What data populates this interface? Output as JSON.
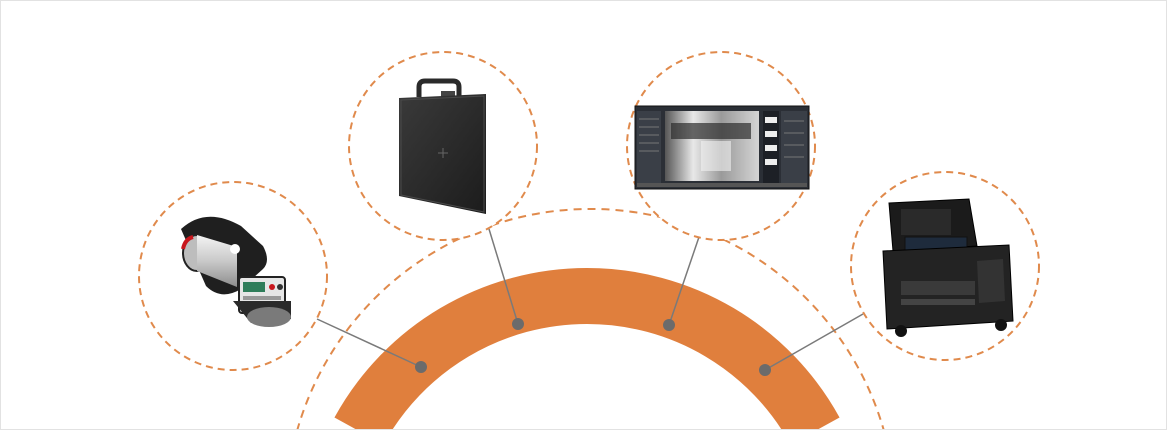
{
  "colors": {
    "accent": "#e07f3d",
    "dashed": "#e08a4c",
    "connector": "#7a7a7a",
    "node": "#6b6b6b",
    "background": "#ffffff"
  },
  "products": [
    {
      "name": "portable-xray-generator",
      "icon": "xray-generator-icon"
    },
    {
      "name": "flat-panel-detector",
      "icon": "flat-panel-detector-icon"
    },
    {
      "name": "imaging-software",
      "icon": "imaging-software-icon"
    },
    {
      "name": "rugged-laptop-case",
      "icon": "rugged-case-laptop-icon"
    }
  ]
}
